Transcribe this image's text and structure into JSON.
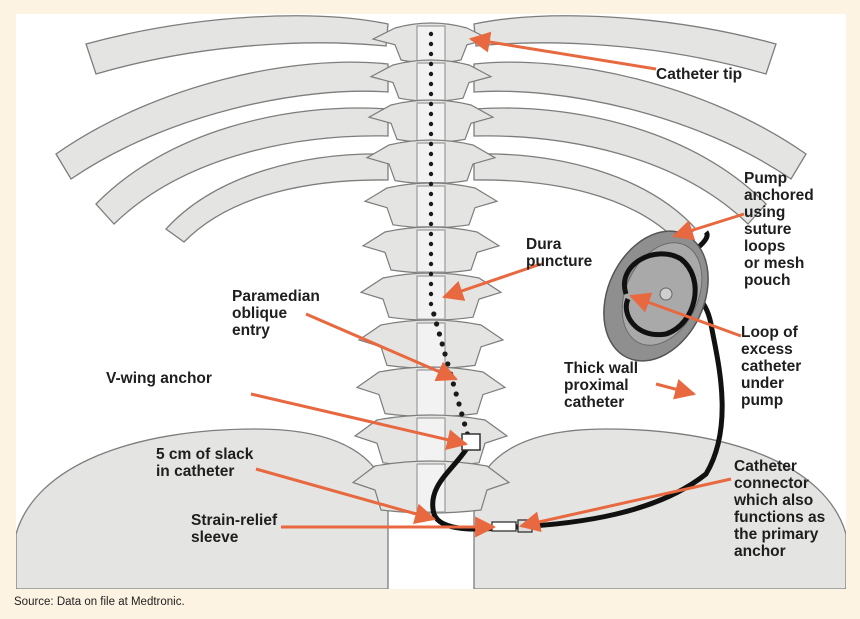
{
  "figure": {
    "labels": {
      "catheter_tip": "Catheter tip",
      "pump_anchored": "Pump\nanchored\nusing\nsuture\nloops\nor mesh\npouch",
      "dura_puncture": "Dura\npuncture",
      "paramedian": "Paramedian\noblique\nentry",
      "loop_of_excess": "Loop of\nexcess\ncatheter\nunder\npump",
      "thick_wall": "Thick wall\nproximal\ncatheter",
      "v_wing": "V-wing anchor",
      "slack": "5 cm of slack\nin catheter",
      "connector": "Catheter\nconnector\nwhich also\nfunctions as\nthe primary\nanchor",
      "strain_relief": "Strain-relief\nsleeve"
    },
    "source": "Source: Data on file at Medtronic."
  },
  "colors": {
    "arrow": "#e8683f",
    "bone_fill": "#e4e4e2",
    "bone_stroke": "#7d7d7d",
    "catheter": "#111111",
    "pump_face": "#8f8f8f",
    "panel_border": "#fdf3e3"
  }
}
